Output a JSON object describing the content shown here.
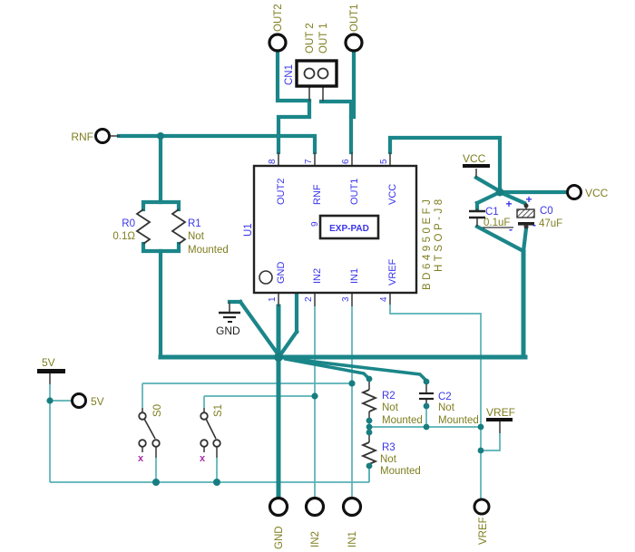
{
  "colors": {
    "wire_thick": "#1b8689",
    "wire_thin": "#56b1b5",
    "refdes_blue": "#3a35e8",
    "net_olive": "#7e7e20",
    "no_connect_purple": "#a82ca8",
    "symbol_dark": "#222222",
    "background": "#ffffff"
  },
  "ic": {
    "refdes": "U1",
    "part_number": "BD64950EFJ",
    "package": "HTSOP-J8",
    "exp_pad_label": "EXP-PAD",
    "pins": [
      {
        "num": "8",
        "name": "OUT2"
      },
      {
        "num": "7",
        "name": "RNF"
      },
      {
        "num": "6",
        "name": "OUT1"
      },
      {
        "num": "5",
        "name": "VCC"
      },
      {
        "num": "1",
        "name": "GND"
      },
      {
        "num": "2",
        "name": "IN2"
      },
      {
        "num": "3",
        "name": "IN1"
      },
      {
        "num": "4",
        "name": "VREF"
      },
      {
        "num": "9",
        "name": "EXP-PAD"
      }
    ]
  },
  "connector": {
    "refdes": "CN1",
    "pin_labels": [
      "OUT 2",
      "OUT 1"
    ]
  },
  "terminals": {
    "out2": "OUT2",
    "out1": "OUT1",
    "rnf": "RNF",
    "vcc": "VCC",
    "v5": "5V",
    "gnd": "GND",
    "in2": "IN2",
    "in1": "IN1",
    "vref": "VREF"
  },
  "power_symbols": {
    "v5": "5V",
    "vcc": "VCC",
    "vref": "VREF",
    "gnd": "GND"
  },
  "resistors": {
    "r0": {
      "refdes": "R0",
      "value": "0.1Ω"
    },
    "r1": {
      "refdes": "R1",
      "note_line1": "Not",
      "note_line2": "Mounted"
    },
    "r2": {
      "refdes": "R2",
      "note_line1": "Not",
      "note_line2": "Mounted"
    },
    "r3": {
      "refdes": "R3",
      "note_line1": "Not",
      "note_line2": "Mounted"
    }
  },
  "capacitors": {
    "c1": {
      "refdes": "C1",
      "value": "0.1uF"
    },
    "c0": {
      "refdes": "C0",
      "value": "47uF"
    },
    "c2": {
      "refdes": "C2",
      "note_line1": "Not",
      "note_line2": "Mounted"
    }
  },
  "switches": {
    "s0": "S0",
    "s1": "S1"
  },
  "marks": {
    "plus": "+",
    "minus": "-",
    "no_connect": "x"
  }
}
